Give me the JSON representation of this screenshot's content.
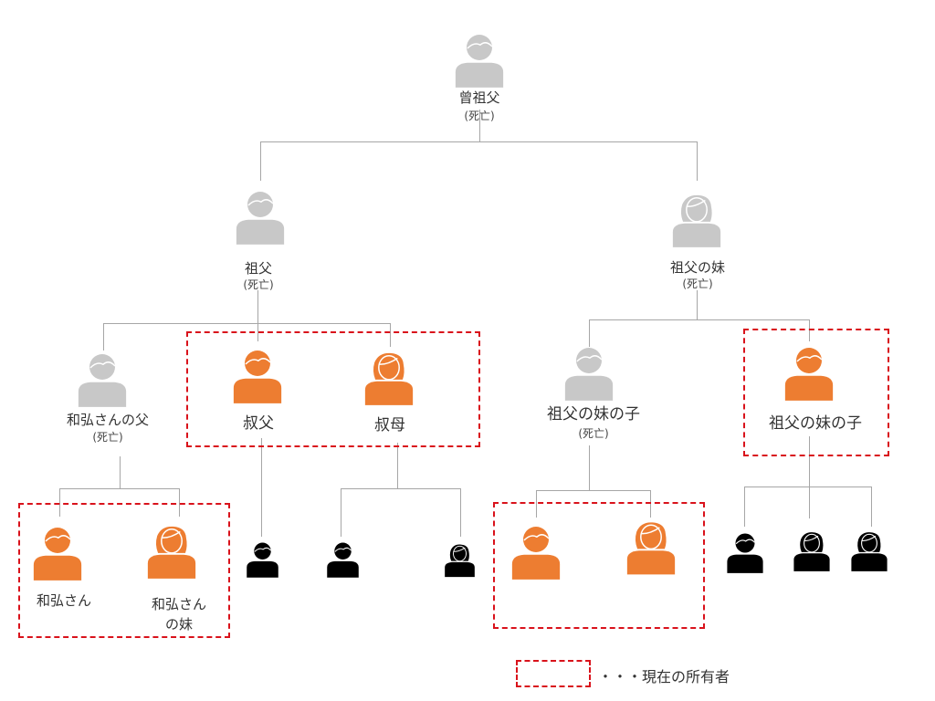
{
  "colors": {
    "deceased": "#c8c8c8",
    "owner": "#ed7d31",
    "descendant": "#000000",
    "connector": "#a6a6a6",
    "owner_box": "#d9121b"
  },
  "people": {
    "great_grandfather": {
      "name": "曾祖父",
      "status": "(死亡)",
      "gender": "male",
      "state": "deceased"
    },
    "grandfather": {
      "name": "祖父",
      "status": "(死亡)",
      "gender": "male",
      "state": "deceased"
    },
    "grandfathers_sister": {
      "name": "祖父の妹",
      "status": "(死亡)",
      "gender": "female",
      "state": "deceased"
    },
    "kazuhiro_father": {
      "name": "和弘さんの父",
      "status": "(死亡)",
      "gender": "male",
      "state": "deceased"
    },
    "uncle": {
      "name": "叔父",
      "status": "",
      "gender": "male",
      "state": "owner"
    },
    "aunt": {
      "name": "叔母",
      "status": "",
      "gender": "female",
      "state": "owner"
    },
    "sister_child_1": {
      "name": "祖父の妹の子",
      "status": "(死亡)",
      "gender": "male",
      "state": "deceased"
    },
    "sister_child_2": {
      "name": "祖父の妹の子",
      "status": "",
      "gender": "male",
      "state": "owner"
    },
    "kazuhiro": {
      "name": "和弘さん",
      "status": "",
      "gender": "male",
      "state": "owner"
    },
    "kazuhiro_sister": {
      "name_line1": "和弘さん",
      "name_line2": "の妹",
      "gender": "female",
      "state": "owner"
    },
    "uncle_child": {
      "gender": "male",
      "state": "descendant"
    },
    "aunt_child_1": {
      "gender": "male",
      "state": "descendant"
    },
    "aunt_child_2": {
      "gender": "female",
      "state": "descendant"
    },
    "grandchild_male": {
      "gender": "male",
      "state": "owner"
    },
    "grandchild_female": {
      "gender": "female",
      "state": "owner"
    },
    "child2_child_1": {
      "gender": "male",
      "state": "descendant"
    },
    "child2_child_2": {
      "gender": "female",
      "state": "descendant"
    },
    "child2_child_3": {
      "gender": "female",
      "state": "descendant"
    }
  },
  "legend": {
    "text": "・・・現在の所有者"
  }
}
